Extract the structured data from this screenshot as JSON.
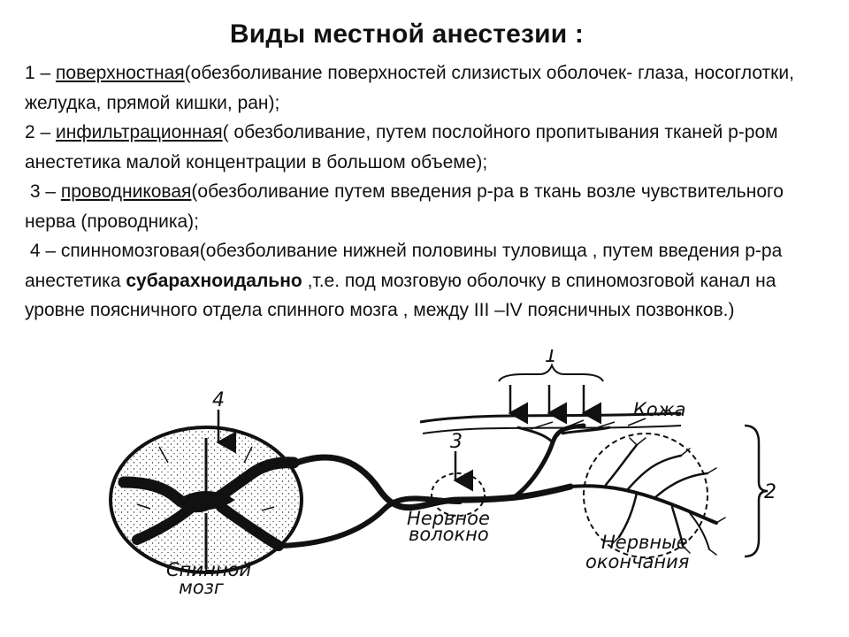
{
  "title": "Виды местной анестезии :",
  "items": [
    {
      "prefix": "1 – ",
      "term": "поверхностная",
      "rest": "(обезболивание поверхностей слизистых оболочек- глаза, носоглотки, желудка, прямой кишки, ран);"
    },
    {
      "prefix": "2 – ",
      "term": "инфильтрационная",
      "rest": "( обезболивание, путем послойного пропитывания тканей р-ром анестетика малой концентрации в большом объеме);"
    },
    {
      "prefix": " 3 – ",
      "term": "проводниковая",
      "rest": "(обезболивание путем введения р-ра в ткань возле чувствительного нерва (проводника);"
    },
    {
      "prefix": " 4 – ",
      "term": "спинномозговая",
      "rest_before_bold": "(обезболивание нижней половины туловища , путем введения р-ра анестетика ",
      "bold": "субарахноидально",
      "rest_after_bold": " ,т.е. под мозговую оболочку в спиномозговой канал на уровне поясничного отдела спинного мозга , между III –IV поясничных позвонков.)"
    }
  ],
  "diagram": {
    "labels": {
      "num1": "1",
      "num2": "2",
      "num3": "3",
      "num4": "4",
      "skin": "Кожа",
      "nerve_fiber_1": "Нервное",
      "nerve_fiber_2": "волокно",
      "endings_1": "Нервные",
      "endings_2": "окончания",
      "spinal_1": "Спинной",
      "spinal_2": "мозг"
    }
  }
}
